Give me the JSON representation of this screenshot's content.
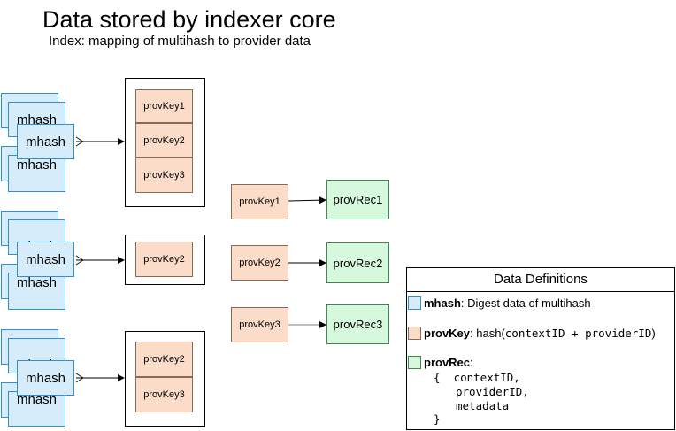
{
  "title": "Data stored by indexer core",
  "subtitle": "Index: mapping of multihash to provider data",
  "mhash_label": "mhash",
  "groups": [
    {
      "keys": [
        "provKey1",
        "provKey2",
        "provKey3"
      ]
    },
    {
      "keys": [
        "provKey2"
      ]
    },
    {
      "keys": [
        "provKey2",
        "provKey3"
      ]
    }
  ],
  "records": [
    {
      "key": "provKey1",
      "rec": "provRec1"
    },
    {
      "key": "provKey2",
      "rec": "provRec2"
    },
    {
      "key": "provKey3",
      "rec": "provRec3"
    }
  ],
  "definitions": {
    "heading": "Data Definitions",
    "mhash": {
      "name": "mhash",
      "desc": ": Digest data of multihash"
    },
    "provKey": {
      "name": "provKey",
      "desc_prefix": ": hash(",
      "code": "contextID + providerID",
      "desc_suffix": ")"
    },
    "provRec": {
      "name": "provRec",
      "desc": ":",
      "open": "{  contextID,",
      "line2": "providerID,",
      "line3": "metadata",
      "close": "}"
    }
  },
  "colors": {
    "mhash_fill": "#d6ecfb",
    "provkey_fill": "#fbdcc8",
    "provrec_fill": "#d6f8dd"
  }
}
